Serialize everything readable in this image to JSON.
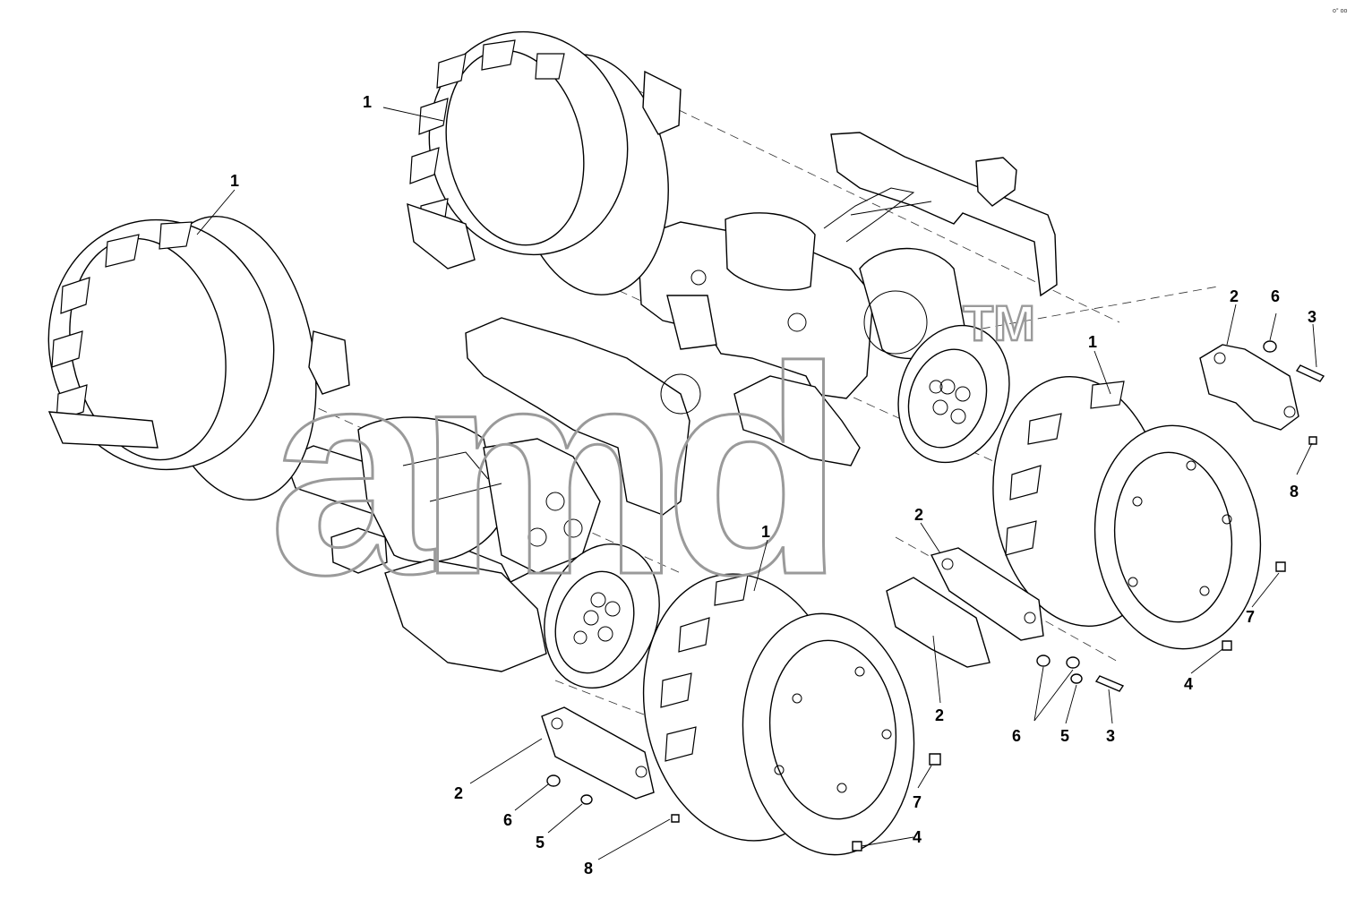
{
  "diagram": {
    "type": "exploded parts view",
    "watermark": "amd",
    "watermark_mark": "TM",
    "corner_mark": "o° oo",
    "callouts": [
      {
        "id": "c1a",
        "label": "1"
      },
      {
        "id": "c1b",
        "label": "1"
      },
      {
        "id": "c1c",
        "label": "1"
      },
      {
        "id": "c1d",
        "label": "1"
      },
      {
        "id": "c2a",
        "label": "2"
      },
      {
        "id": "c2b",
        "label": "2"
      },
      {
        "id": "c2c",
        "label": "2"
      },
      {
        "id": "c2d",
        "label": "2"
      },
      {
        "id": "c3a",
        "label": "3"
      },
      {
        "id": "c3b",
        "label": "3"
      },
      {
        "id": "c4a",
        "label": "4"
      },
      {
        "id": "c4b",
        "label": "4"
      },
      {
        "id": "c5a",
        "label": "5"
      },
      {
        "id": "c5b",
        "label": "5"
      },
      {
        "id": "c6a",
        "label": "6"
      },
      {
        "id": "c6b",
        "label": "6"
      },
      {
        "id": "c7a",
        "label": "7"
      },
      {
        "id": "c7b",
        "label": "7"
      },
      {
        "id": "c8a",
        "label": "8"
      },
      {
        "id": "c8b",
        "label": "8"
      }
    ]
  }
}
